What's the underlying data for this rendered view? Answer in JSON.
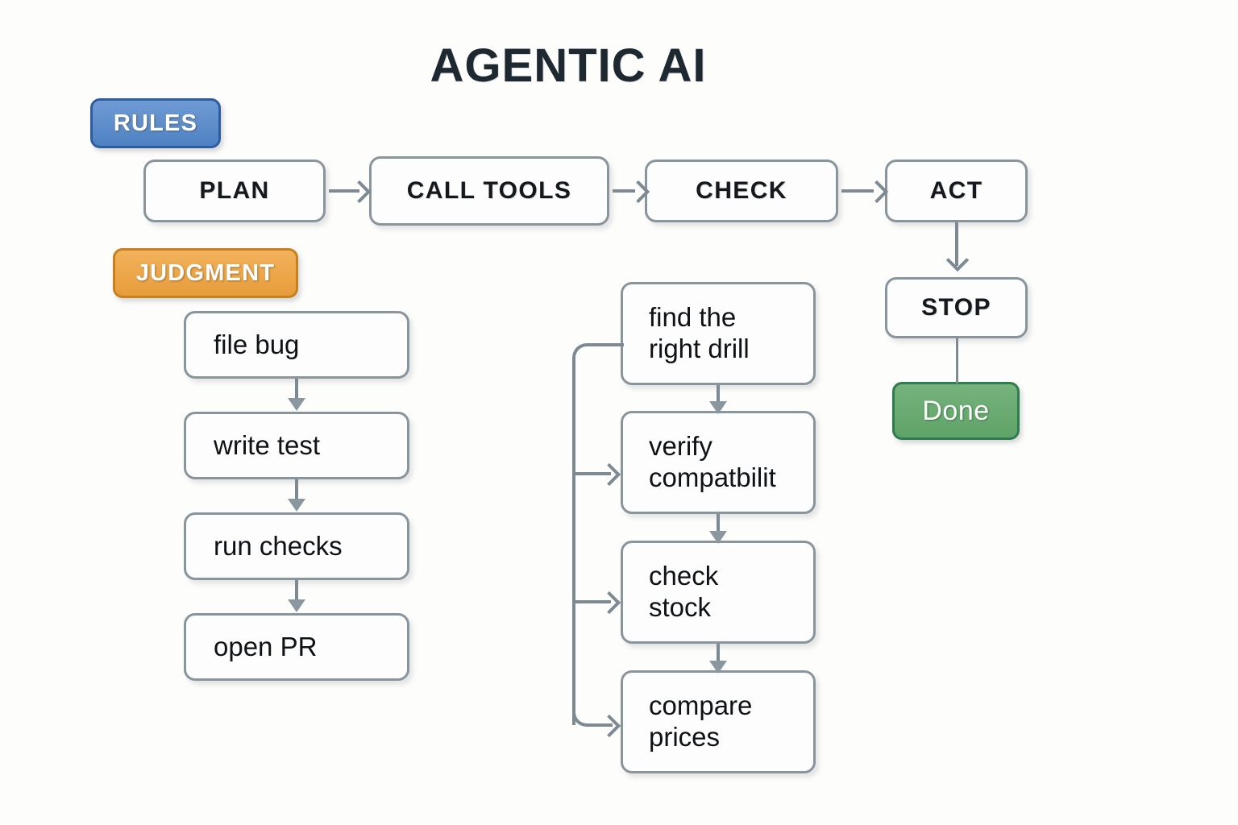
{
  "diagram": {
    "title": "AGENTIC AI",
    "badges": [
      {
        "id": "rules",
        "label": "RULES",
        "color": "#4f82c2",
        "border": "#2f5c9e"
      },
      {
        "id": "judgment",
        "label": "JUDGMENT",
        "color": "#e79c3b",
        "border": "#c8801f"
      },
      {
        "id": "done",
        "label": "Done",
        "color": "#5fa368",
        "border": "#2d7c4e"
      }
    ],
    "pipeline": {
      "name": "top-stage-row",
      "steps": [
        {
          "label": "PLAN"
        },
        {
          "label": "CALL TOOLS"
        },
        {
          "label": "CHECK"
        },
        {
          "label": "ACT"
        }
      ],
      "terminal": {
        "label": "STOP"
      }
    },
    "judgment_flow": {
      "name": "left-task-column",
      "steps": [
        {
          "label": "file bug"
        },
        {
          "label": "write test"
        },
        {
          "label": "run checks"
        },
        {
          "label": "open PR"
        }
      ]
    },
    "tool_flow": {
      "name": "middle-task-column",
      "steps": [
        {
          "label": "find the\nright drill"
        },
        {
          "label": "verify\ncompatbilit"
        },
        {
          "label": "check\nstock"
        },
        {
          "label": "compare\nprices"
        }
      ]
    },
    "colors": {
      "background": "#fdfdfc",
      "box_border": "#8a949c",
      "box_fill": "#fdfdfd",
      "connector": "#7d8a93",
      "title_text": "#1e2830",
      "label_text": "#0e1216"
    }
  }
}
